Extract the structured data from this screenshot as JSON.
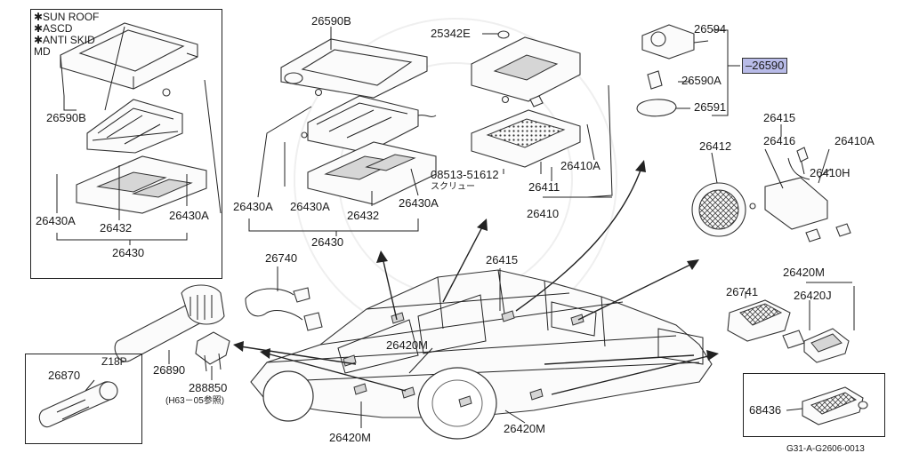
{
  "diagram": {
    "figure_code": "G31-A-G2606-0013",
    "highlighted_part": "26590",
    "inset_notes": [
      "✱SUN ROOF",
      "✱ASCD",
      "✱ANTI SKID",
      "MD"
    ],
    "section_tag": "Z18P",
    "labels": {
      "p26590B_left": "26590B",
      "p26430A_ll": "26430A",
      "p26432_l": "26432",
      "p26430A_lr": "26430A",
      "p26430_l": "26430",
      "p26590B_top": "26590B",
      "p26430A_c1": "26430A",
      "p26430A_c2": "26430A",
      "p26432_c": "26432",
      "p26430A_c3": "26430A",
      "p26430_c": "26430",
      "p26342E": "25342E",
      "p08513": "08513-51612",
      "screw_jp": "スクリュー",
      "p26410A_m": "26410A",
      "p26411": "26411",
      "p26410_m": "26410",
      "p26594": "26594",
      "p26590A": "26590A",
      "p26591": "26591",
      "p26415_r": "26415",
      "p26412": "26412",
      "p26416": "26416",
      "p26410A_r": "26410A",
      "p26410H": "26410H",
      "p26420M_r": "26420M",
      "p26741": "26741",
      "p26420J": "26420J",
      "p68436": "68436",
      "p26740": "26740",
      "p26415_c": "26415",
      "p26890": "26890",
      "p26870": "26870",
      "p288850": "288850",
      "ref_note": "(H63－05参照)",
      "p26420M_car1": "26420M",
      "p26420M_car2": "26420M",
      "p26420M_car3": "26420M"
    }
  }
}
